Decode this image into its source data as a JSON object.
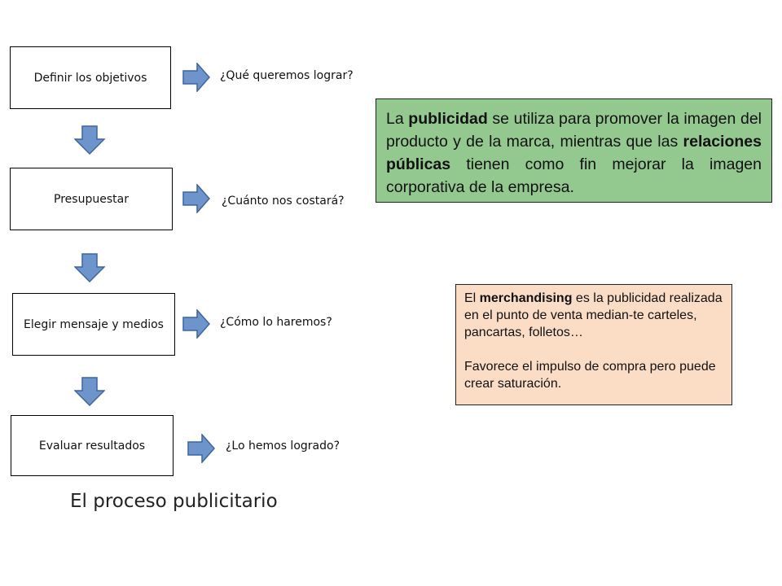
{
  "colors": {
    "arrow_fill": "#6d95cc",
    "arrow_stroke": "#3f65a0",
    "green_note_bg": "#93c88f",
    "orange_note_bg": "#fbddc6"
  },
  "icons": {
    "right_arrow": "right-arrow-icon",
    "down_arrow": "down-arrow-icon"
  },
  "steps": [
    {
      "label": "Definir los objetivos",
      "question": "¿Qué queremos lograr?"
    },
    {
      "label": "Presupuestar",
      "question": "¿Cuánto nos costará?"
    },
    {
      "label": "Elegir mensaje y medios",
      "question": "¿Cómo lo haremos?"
    },
    {
      "label": "Evaluar resultados",
      "question": "¿Lo hemos logrado?"
    }
  ],
  "caption": "El proceso publicitario",
  "green_note": {
    "parts": [
      "La ",
      "publicidad",
      " se utiliza para promover la imagen del producto y de la marca, mientras que las ",
      "relaciones públicas",
      " tienen como fin mejorar la imagen corporativa de la empresa."
    ]
  },
  "orange_note": {
    "p1_parts": [
      "El ",
      "merchandising",
      " es la publicidad realizada en el punto de venta median-te carteles, pancartas, folletos…"
    ],
    "p2": "Favorece el impulso de compra pero puede crear saturación."
  }
}
